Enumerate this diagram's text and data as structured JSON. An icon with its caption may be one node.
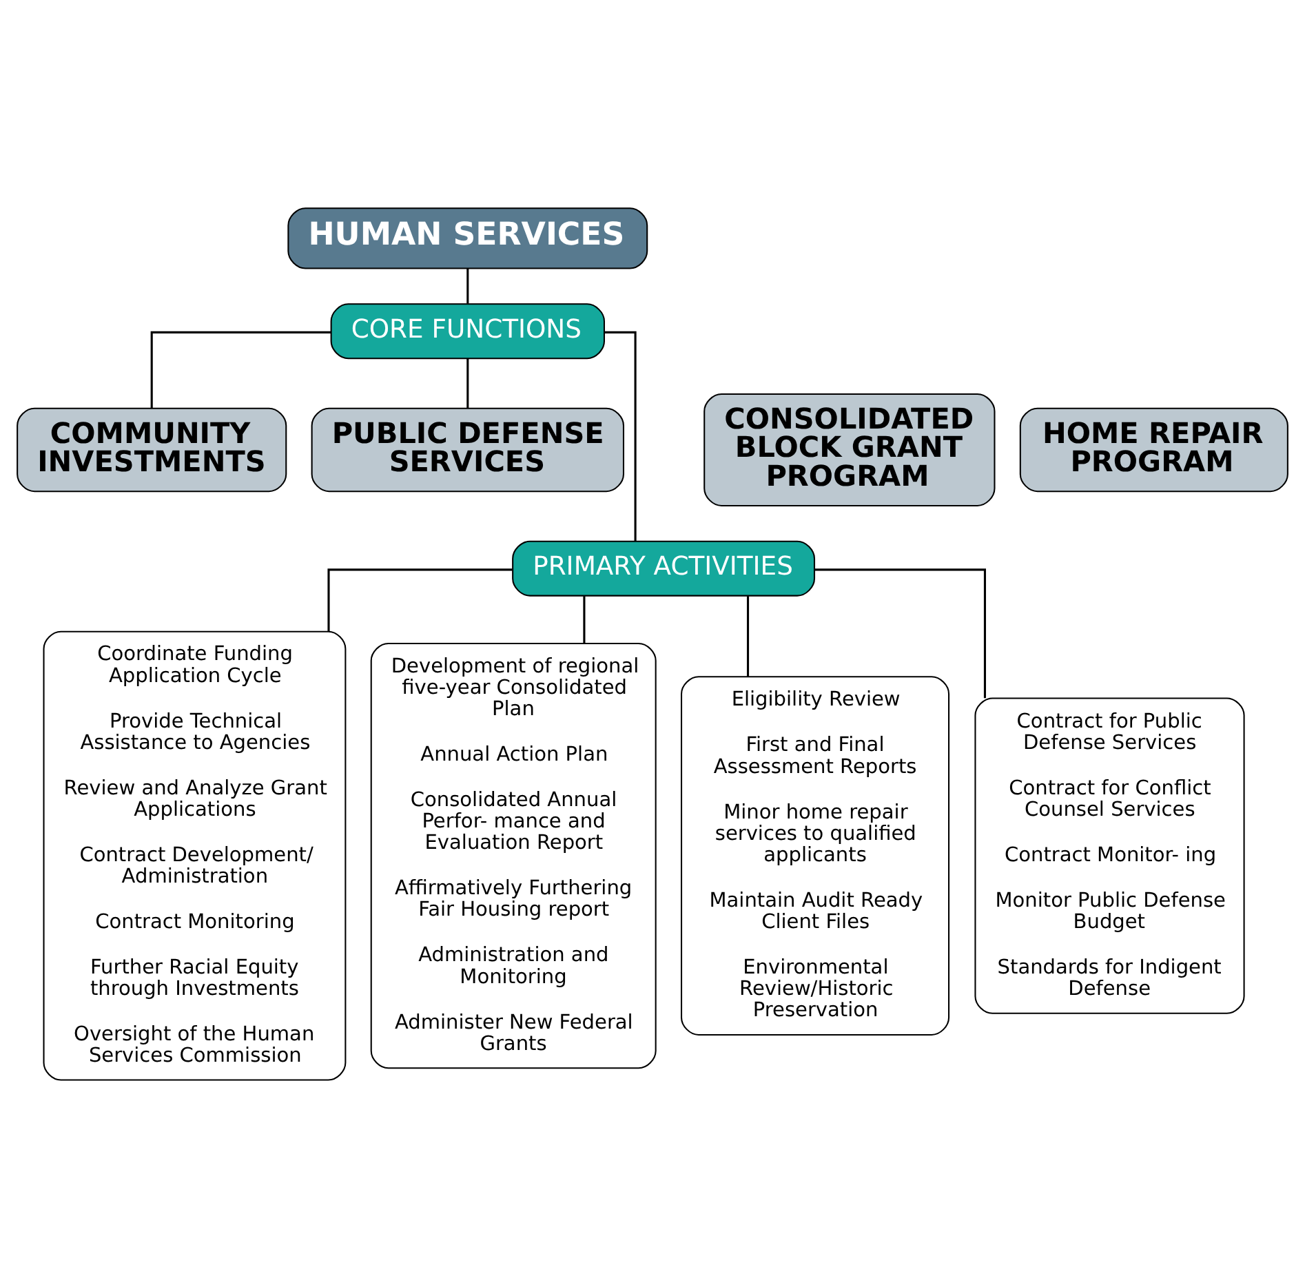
{
  "diagram": {
    "nodes": [
      {
        "text": [
          "HUMAN SERVICES"
        ]
      },
      {
        "text": [
          "CORE FUNCTIONS"
        ]
      },
      {
        "text": [
          "COMMUNITY INVESTMENTS"
        ]
      },
      {
        "text": [
          "CONSOLIDATED BLOCK GRANT PROGRAM"
        ]
      },
      {
        "text": [
          "HOME REPAIR PROGRAM"
        ]
      },
      {
        "text": [
          "PUBLIC DEFENSE SERVICES"
        ]
      },
      {
        "text": [
          "PRIMARY ACTIVITIES"
        ]
      },
      {
        "text": [
          "Coordinate Funding Application Cycle",
          "Provide Technical Assistance to Agencies",
          "Review and Analyze Grant Applications",
          "Contract Development/ Administration",
          "Contract Monitoring",
          "Further Racial Equity through Investments",
          "Oversight of the Human Services Commission"
        ]
      },
      {
        "text": [
          "Development of regional five-year Consolidated Plan",
          "Annual Action Plan",
          "Consolidated Annual Perfor- mance and Evaluation Report",
          "Affirmatively Furthering Fair Housing report",
          "Administration and Monitoring",
          "Administer New Federal Grants"
        ]
      },
      {
        "text": [
          "Eligibility Review",
          "First and Final Assessment Reports",
          "Minor home repair services to qualified applicants",
          "Maintain Audit Ready Client Files",
          "Environmental Review/Historic Preservation"
        ]
      },
      {
        "text": [
          "Contract for Public Defense Services",
          "Contract for Conflict Counsel Services",
          "Contract Monitor- ing",
          "Monitor Public Defense Budget",
          "Standards for Indigent Defense"
        ]
      }
    ],
    "edges": [
      {
        "from": 0,
        "to": 1,
        "arrow": "none"
      },
      {
        "from": 1,
        "to": 2,
        "arrow": "none"
      },
      {
        "from": 1,
        "to": 5,
        "arrow": "none"
      },
      {
        "from": 1,
        "to": 6,
        "arrow": "none"
      },
      {
        "from": 6,
        "to": 7,
        "arrow": "none"
      },
      {
        "from": 6,
        "to": 8,
        "arrow": "none"
      },
      {
        "from": 6,
        "to": 9,
        "arrow": "none"
      },
      {
        "from": 6,
        "to": 10,
        "arrow": "none"
      }
    ]
  }
}
